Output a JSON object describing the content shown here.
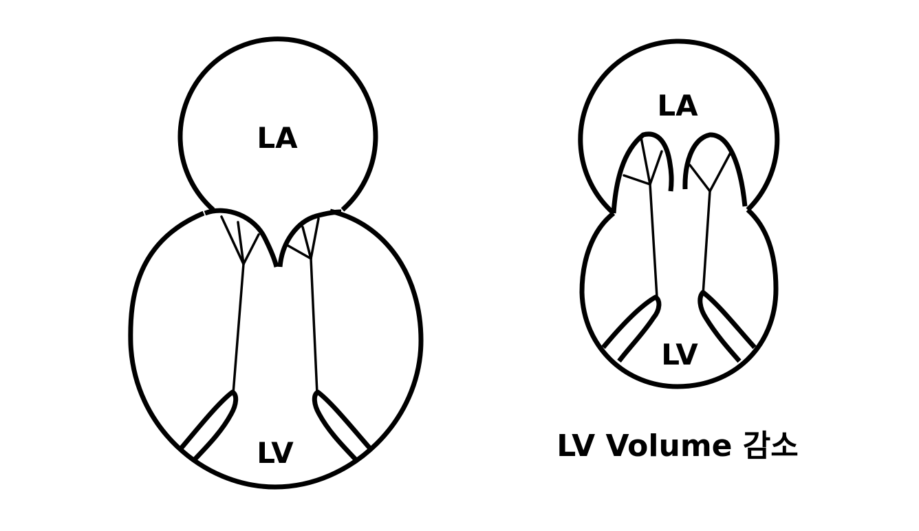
{
  "left_heart": {
    "atrium_label": "LA",
    "ventricle_label": "LV"
  },
  "right_heart": {
    "atrium_label": "LA",
    "ventricle_label": "LV"
  },
  "caption": "LV Volume 감소",
  "colors": {
    "stroke": "#000000",
    "background": "#ffffff",
    "text": "#000000"
  }
}
